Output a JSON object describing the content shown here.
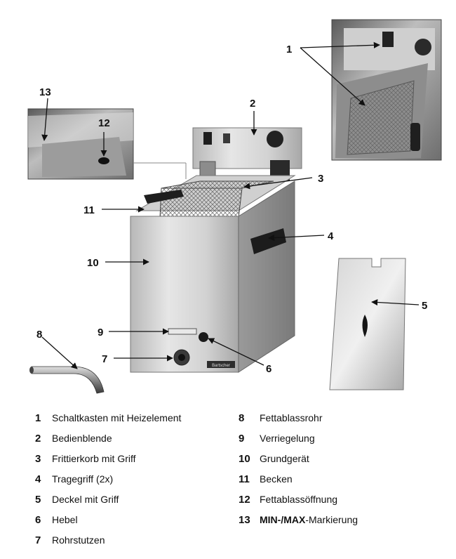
{
  "callouts": {
    "n1": "1",
    "n2": "2",
    "n3": "3",
    "n4": "4",
    "n5": "5",
    "n6": "6",
    "n7": "7",
    "n8": "8",
    "n9": "9",
    "n10": "10",
    "n11": "11",
    "n12": "12",
    "n13": "13"
  },
  "legend": {
    "left": [
      {
        "num": "1",
        "text": "Schaltkasten mit Heizelement"
      },
      {
        "num": "2",
        "text": "Bedienblende"
      },
      {
        "num": "3",
        "text": "Frittierkorb mit Griff"
      },
      {
        "num": "4",
        "text": "Tragegriff (2x)"
      },
      {
        "num": "5",
        "text": "Deckel mit Griff"
      },
      {
        "num": "6",
        "text": "Hebel"
      },
      {
        "num": "7",
        "text": "Rohrstutzen"
      }
    ],
    "right": [
      {
        "num": "8",
        "text": "Fettablassrohr"
      },
      {
        "num": "9",
        "text": "Verriegelung"
      },
      {
        "num": "10",
        "text": "Grundgerät"
      },
      {
        "num": "11",
        "text": "Becken"
      },
      {
        "num": "12",
        "text": "Fettablassöffnung"
      },
      {
        "num": "13",
        "bold": "MIN-/MAX",
        "text": "-Markierung"
      }
    ]
  },
  "brand_badge": "Bartscher",
  "colors": {
    "steel": "#c9c9c9",
    "dark": "#222222",
    "label": "#111111"
  }
}
